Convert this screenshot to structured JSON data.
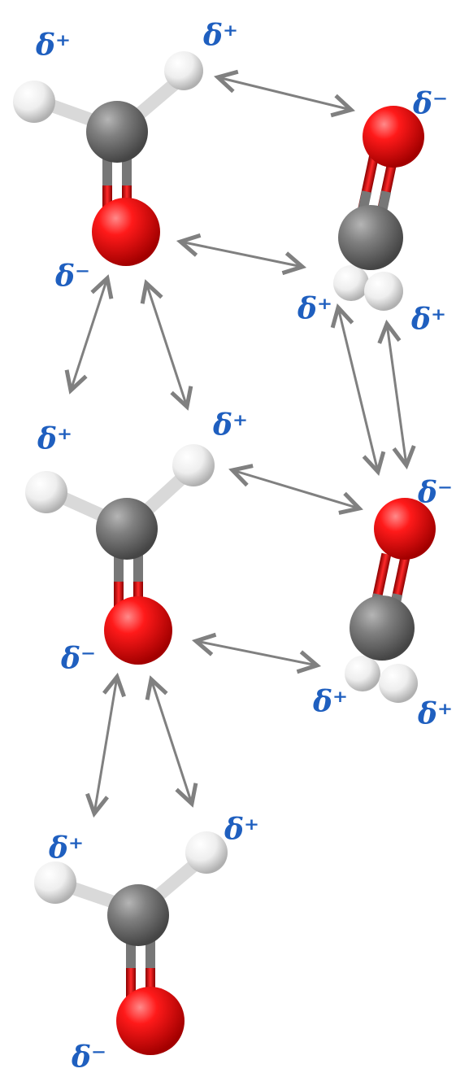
{
  "figure": {
    "theme": "dipole-dipole interactions between formaldehyde molecules",
    "colors": {
      "background": "#ffffff",
      "carbon": "#808080",
      "oxygen": "#e60000",
      "hydrogen": "#f2f2f2",
      "arrow": "#808080",
      "charge_label": "#1f5fbf"
    },
    "charge_symbols": {
      "partial_positive": "δ⁺",
      "partial_negative": "δ⁻"
    },
    "molecules": [
      {
        "id": "left-1",
        "view": "front",
        "o_label": "δ⁻",
        "h1_label": "δ⁺",
        "h2_label": "δ⁺"
      },
      {
        "id": "right-1",
        "view": "tilted",
        "o_label": "δ⁻",
        "h1_label": "δ⁺",
        "h2_label": "δ⁺"
      },
      {
        "id": "left-2",
        "view": "front",
        "o_label": "δ⁻",
        "h1_label": "δ⁺",
        "h2_label": "δ⁺"
      },
      {
        "id": "right-2",
        "view": "tilted",
        "o_label": "δ⁻",
        "h1_label": "δ⁺",
        "h2_label": "δ⁺"
      },
      {
        "id": "left-3",
        "view": "front",
        "o_label": "δ⁻",
        "h1_label": "δ⁺",
        "h2_label": "δ⁺"
      }
    ]
  }
}
